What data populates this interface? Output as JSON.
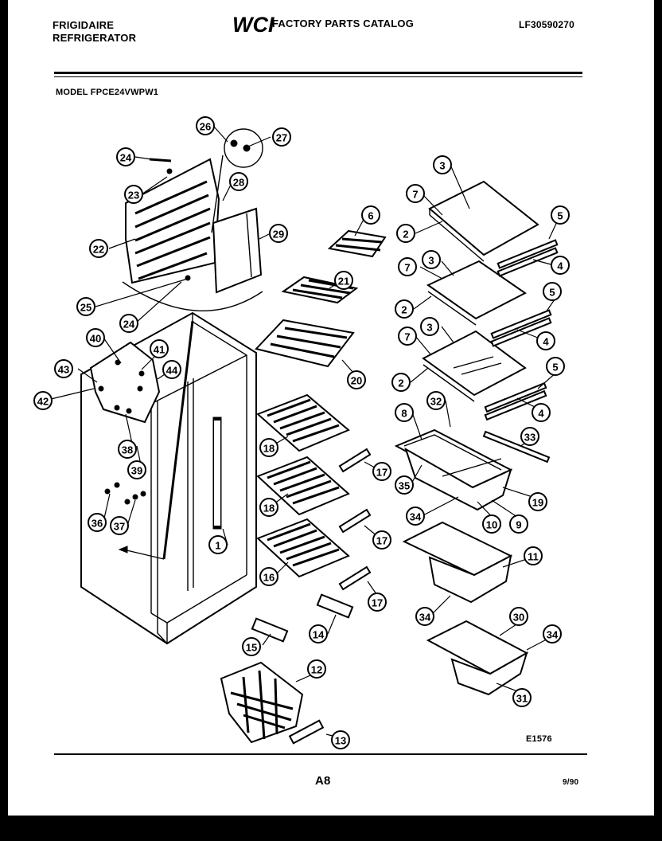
{
  "header": {
    "brand_line1": "FRIGIDAIRE",
    "brand_line2": "REFRIGERATOR",
    "logo_text": "WCI",
    "catalog_title": "FACTORY PARTS CATALOG",
    "catalog_number": "LF30590270"
  },
  "model_line": "MODEL FPCE24VWPW1",
  "figure_id": "E1576",
  "page_number": "A8",
  "date_code": "9/90",
  "callouts": [
    {
      "id": "c26a",
      "label": "26"
    },
    {
      "id": "c27",
      "label": "27"
    },
    {
      "id": "c24a",
      "label": "24"
    },
    {
      "id": "c23",
      "label": "23"
    },
    {
      "id": "c28",
      "label": "28"
    },
    {
      "id": "c22",
      "label": "22"
    },
    {
      "id": "c29",
      "label": "29"
    },
    {
      "id": "c25",
      "label": "25"
    },
    {
      "id": "c24b",
      "label": "24"
    },
    {
      "id": "c3a",
      "label": "3"
    },
    {
      "id": "c7a",
      "label": "7"
    },
    {
      "id": "c5a",
      "label": "5"
    },
    {
      "id": "c2a",
      "label": "2"
    },
    {
      "id": "c6",
      "label": "6"
    },
    {
      "id": "c4a",
      "label": "4"
    },
    {
      "id": "c7b",
      "label": "7"
    },
    {
      "id": "c3b",
      "label": "3"
    },
    {
      "id": "c21",
      "label": "21"
    },
    {
      "id": "c5b",
      "label": "5"
    },
    {
      "id": "c2b",
      "label": "2"
    },
    {
      "id": "c40",
      "label": "40"
    },
    {
      "id": "c7c",
      "label": "7"
    },
    {
      "id": "c3c",
      "label": "3"
    },
    {
      "id": "c4b",
      "label": "4"
    },
    {
      "id": "c41",
      "label": "41"
    },
    {
      "id": "c43",
      "label": "43"
    },
    {
      "id": "c44",
      "label": "44"
    },
    {
      "id": "c5c",
      "label": "5"
    },
    {
      "id": "c20",
      "label": "20"
    },
    {
      "id": "c2c",
      "label": "2"
    },
    {
      "id": "c42",
      "label": "42"
    },
    {
      "id": "c8a",
      "label": "8"
    },
    {
      "id": "c32",
      "label": "32"
    },
    {
      "id": "c4c",
      "label": "4"
    },
    {
      "id": "c38",
      "label": "38"
    },
    {
      "id": "c18a",
      "label": "18"
    },
    {
      "id": "c33",
      "label": "33"
    },
    {
      "id": "c39",
      "label": "39"
    },
    {
      "id": "c17a",
      "label": "17"
    },
    {
      "id": "c35",
      "label": "35"
    },
    {
      "id": "c19",
      "label": "19"
    },
    {
      "id": "c18b",
      "label": "18"
    },
    {
      "id": "c34a",
      "label": "34"
    },
    {
      "id": "c36",
      "label": "36"
    },
    {
      "id": "c37",
      "label": "37"
    },
    {
      "id": "c10",
      "label": "10"
    },
    {
      "id": "c9",
      "label": "9"
    },
    {
      "id": "c1",
      "label": "1"
    },
    {
      "id": "c17b",
      "label": "17"
    },
    {
      "id": "c11",
      "label": "11"
    },
    {
      "id": "c16",
      "label": "16"
    },
    {
      "id": "c17c",
      "label": "17"
    },
    {
      "id": "c34b",
      "label": "34"
    },
    {
      "id": "c30",
      "label": "30"
    },
    {
      "id": "c14",
      "label": "14"
    },
    {
      "id": "c34c",
      "label": "34"
    },
    {
      "id": "c15",
      "label": "15"
    },
    {
      "id": "c12",
      "label": "12"
    },
    {
      "id": "c31",
      "label": "31"
    },
    {
      "id": "c13",
      "label": "13"
    }
  ]
}
